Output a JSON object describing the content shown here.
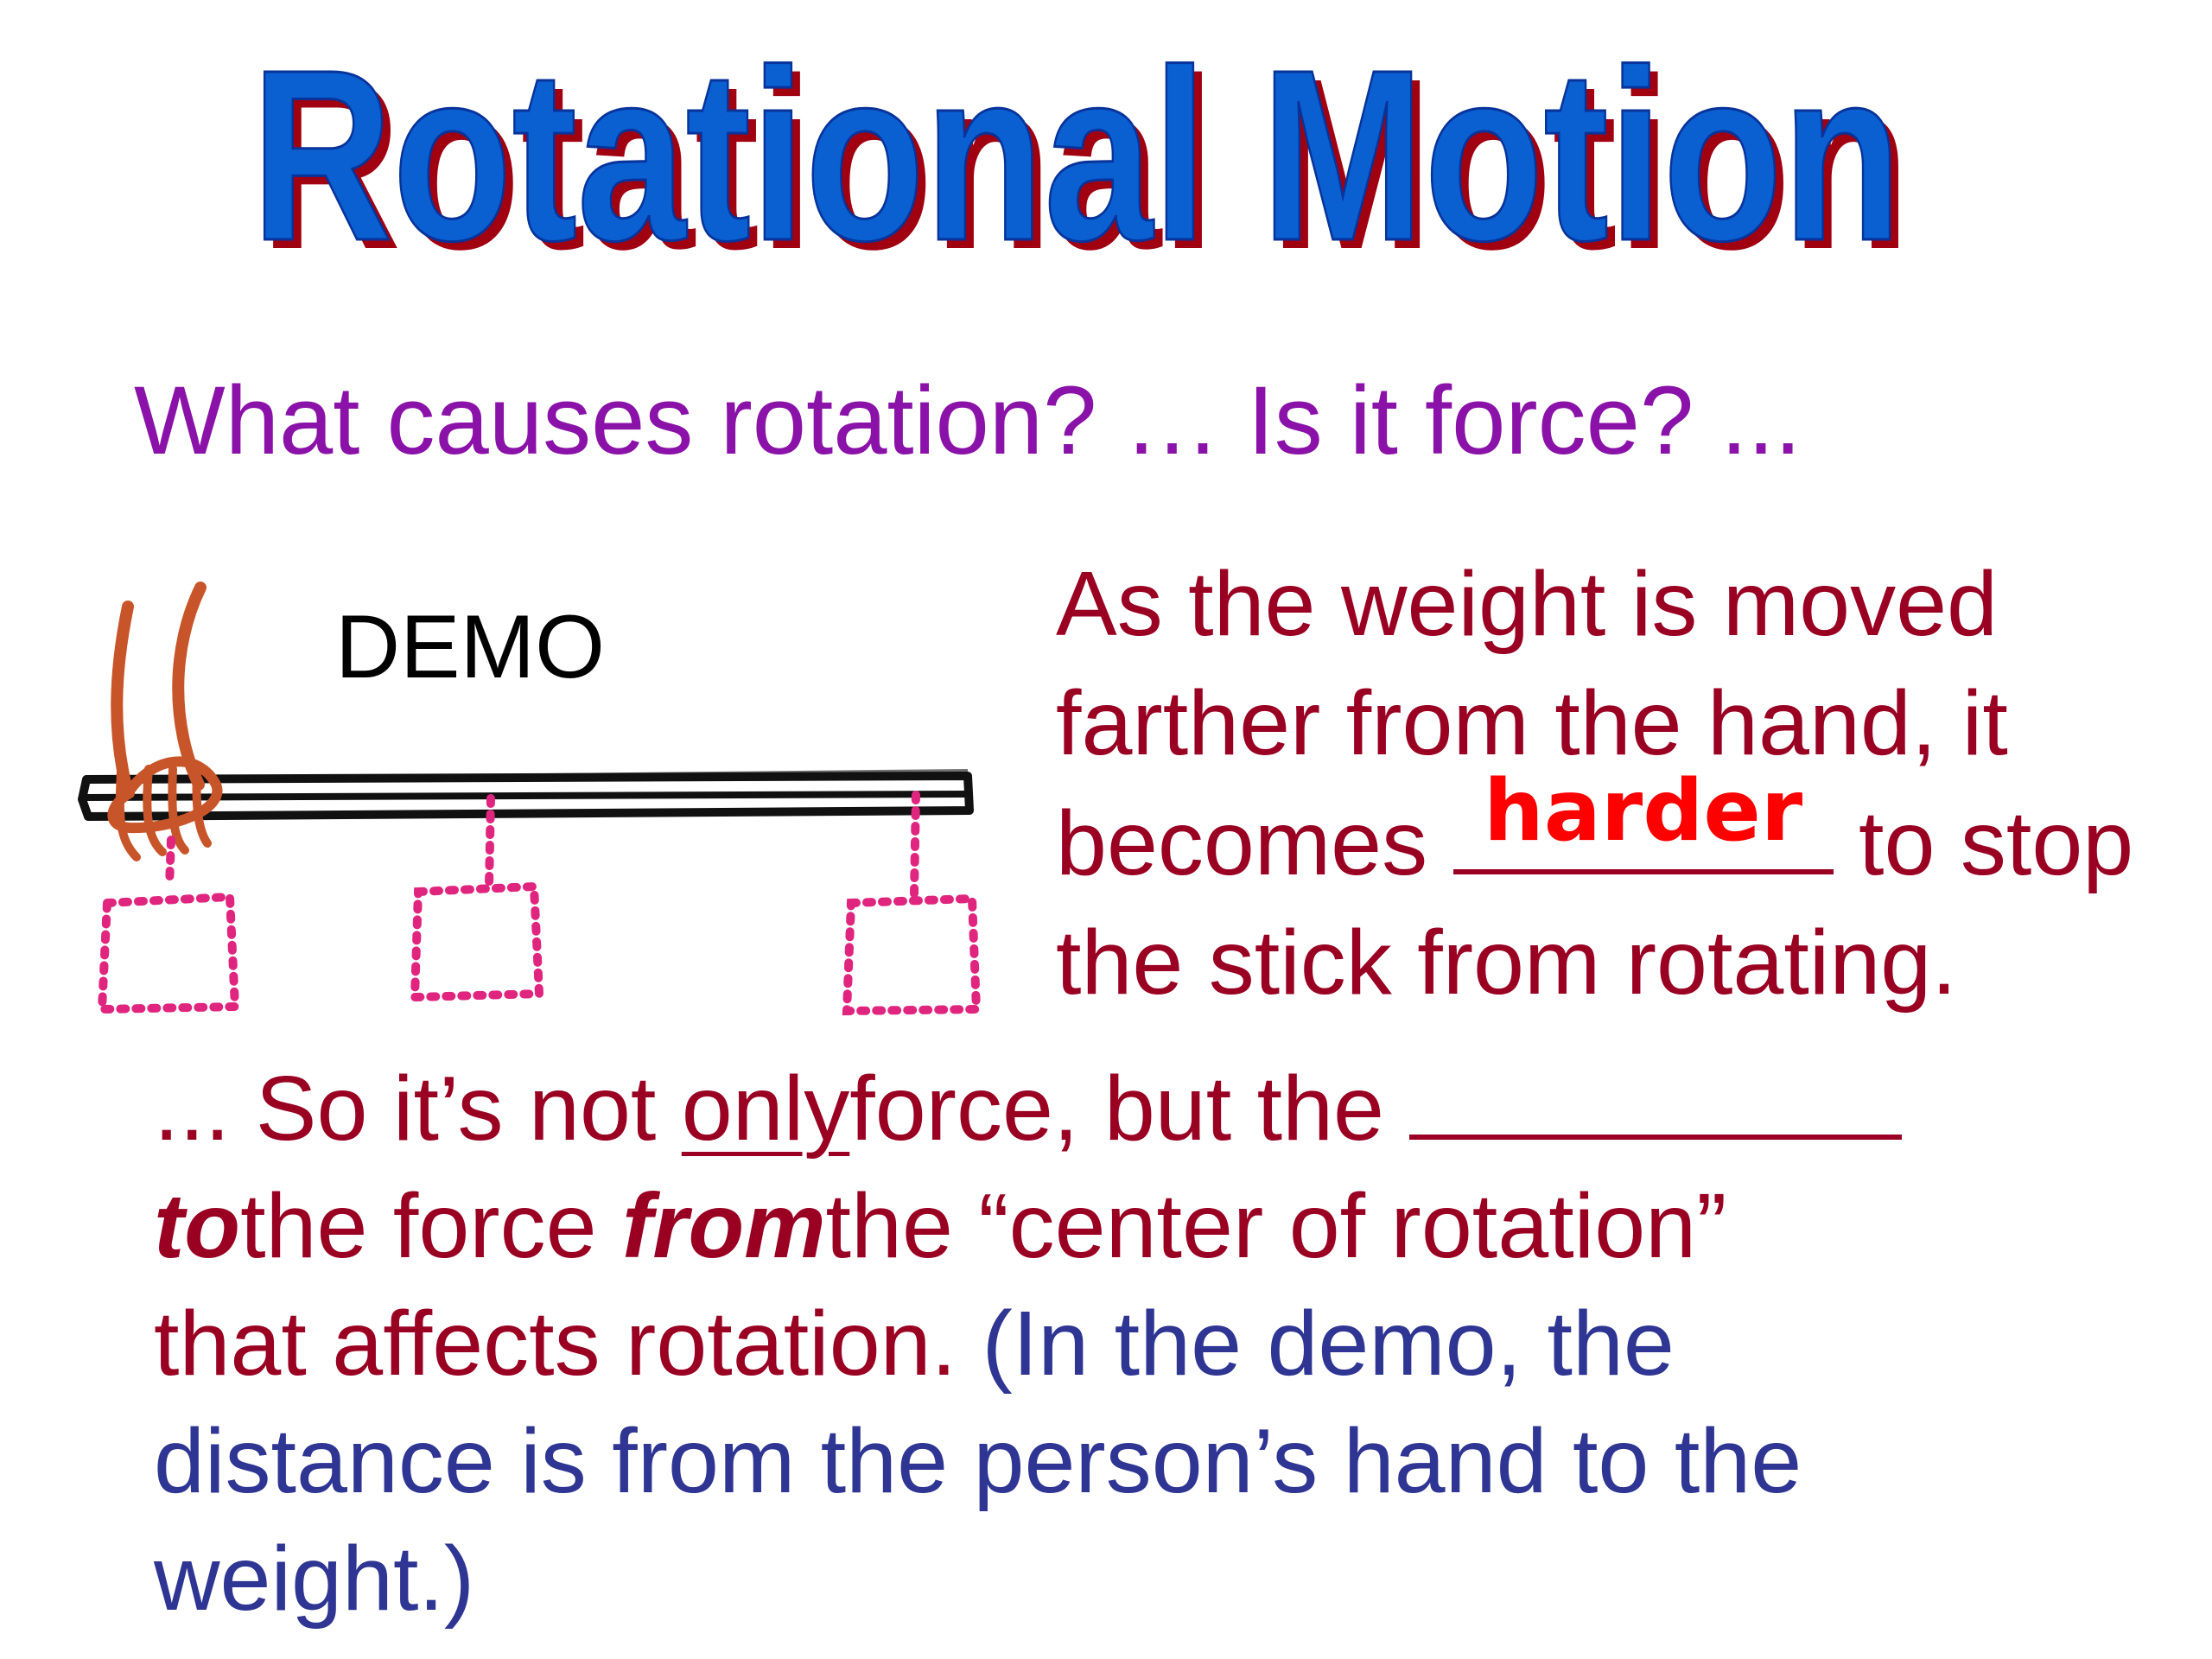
{
  "slide": {
    "title": "Rotational Motion",
    "question": "What causes rotation? … Is it force? ...",
    "demo_label": "DEMO",
    "para1": {
      "line1": "As the weight is moved",
      "line2": "farther from the hand, it",
      "pre_blank": "becomes ",
      "blank_fill": "harder",
      "post_blank": " to stop",
      "line4": "the stick from rotating."
    },
    "para2": {
      "seg1": "... So it’s not ",
      "only": "only",
      "seg2": "force, but the ",
      "to": "to",
      "seg3": "the force  ",
      "from": "from",
      "seg4": "the “center of rotation”",
      "seg5": "that affects rotation.  ",
      "note": "(In the demo, the distance is from the person’s hand to the weight.)"
    },
    "colors": {
      "title_fill": "#0a5fd1",
      "title_shadow": "#a00010",
      "question": "#8a12a8",
      "body_red": "#990022",
      "fill_red": "#ff0000",
      "note_blue": "#2e3592",
      "hand": "#c8552a",
      "weights": "#e0257f"
    }
  }
}
